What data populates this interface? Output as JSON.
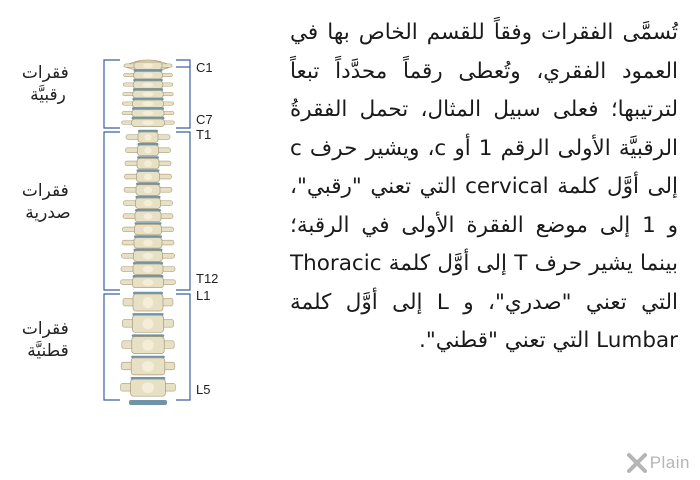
{
  "figure": {
    "regions": [
      {
        "lines": [
          "فقرات",
          "رقبيَّة"
        ]
      },
      {
        "lines": [
          "فقرات",
          "صدرية"
        ]
      },
      {
        "lines": [
          "فقرات",
          "قطنيَّة"
        ]
      }
    ],
    "markers": [
      "C1",
      "C7",
      "T1",
      "T12",
      "L1",
      "L5"
    ],
    "colors": {
      "bone": "#e8e0c4",
      "bone_shadow": "#a89d78",
      "disc": "#6f93a8",
      "bracket": "#3a5f9f"
    }
  },
  "paragraph": "تُسمَّى الفقرات وفقاً للقسم الخاص بها في العمود الفقري، وتُعطى رقماً محدَّداً تبعاً لترتيبها؛ فعلى سبيل المثال، تحمل الفقرةُ الرقبيَّة الأولى الرقم 1 أو c، ويشير حرف c إلى أوَّل كلمة cervical التي تعني \"رقبي\"، و 1 إلى موضع الفقرة الأولى في الرقبة؛ بينما يشير حرف T إلى أوَّل كلمة Thoracic التي تعني \"صدري\"، و L إلى أوَّل كلمة Lumbar التي تعني \"قطني\".",
  "brand": {
    "name": "Plain",
    "icon": "x-plain-logo-icon"
  }
}
